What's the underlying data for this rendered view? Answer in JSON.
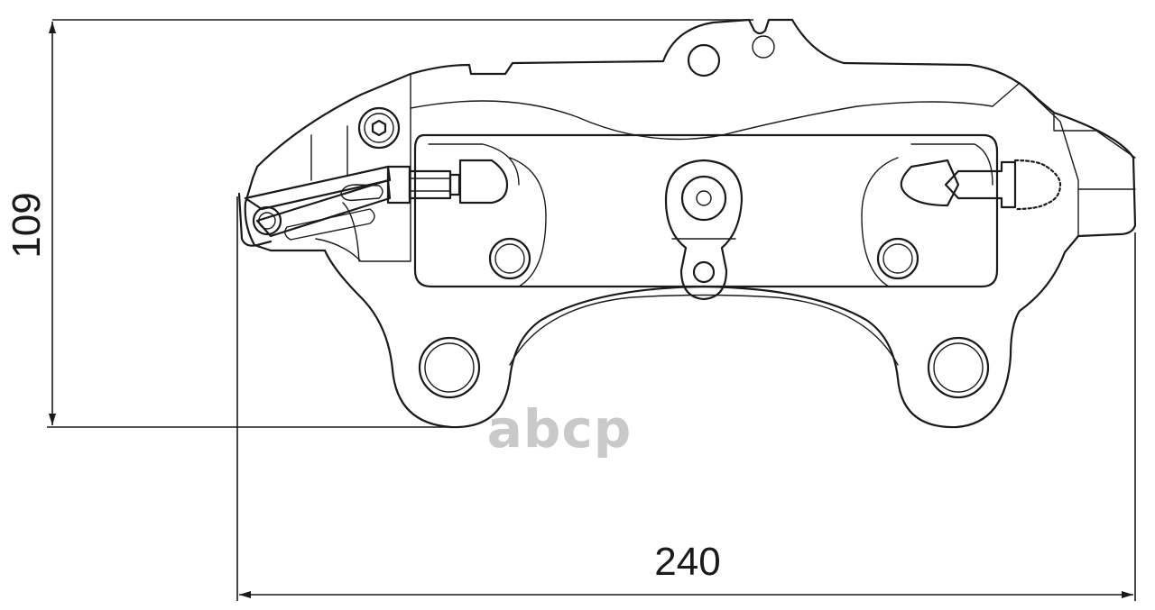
{
  "diagram": {
    "width_label": "240",
    "height_label": "109",
    "watermark": "abcp",
    "colors": {
      "line": "#1a1a1a",
      "watermark": "#c9c9c9",
      "background": "#ffffff"
    }
  }
}
